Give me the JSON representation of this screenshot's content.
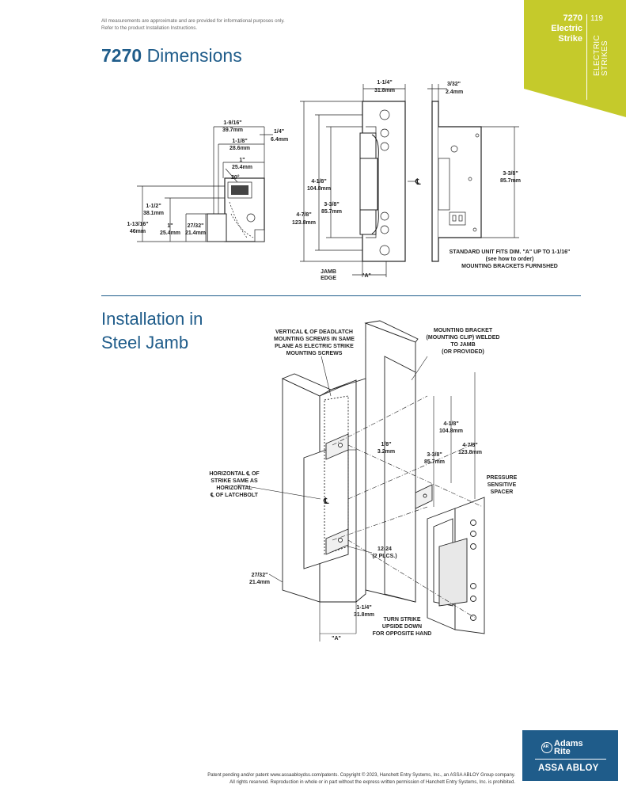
{
  "disclaimer": {
    "line1": "All measurements are approximate and are provided for informational purposes only.",
    "line2": "Refer to the product Installation Instructions."
  },
  "title": {
    "model": "7270",
    "text": "Dimensions"
  },
  "tab": {
    "line1": "7270",
    "line2": "Electric",
    "line3": "Strike",
    "page": "119",
    "category": "ELECTRIC\nSTRIKES",
    "color": "#c5ca2b"
  },
  "section": {
    "line1": "Installation in",
    "line2": "Steel Jamb"
  },
  "dims": {
    "d1": "1-9/16\"",
    "d1m": "39.7mm",
    "d2": "1-1/8\"",
    "d2m": "28.6mm",
    "d3": "1\"",
    "d3m": "25.4mm",
    "ang": "20°",
    "d4": "1/4\"",
    "d4m": "6.4mm",
    "d5": "1-1/2\"",
    "d5m": "38.1mm",
    "d6": "1-13/16\"",
    "d6m": "46mm",
    "d7": "1\"",
    "d7m": "25.4mm",
    "d8": "27/32\"",
    "d8m": "21.4mm",
    "f1": "1-1/4\"",
    "f1m": "31.8mm",
    "f2": "4-1/8\"",
    "f2m": "104.8mm",
    "f3": "3-3/8\"",
    "f3m": "85.7mm",
    "f4": "4-7/8\"",
    "f4m": "123.8mm",
    "cl": "℄",
    "jamb1": "JAMB",
    "jamb2": "EDGE",
    "dimA": "\"A\"",
    "s1": "3/32\"",
    "s1m": "2.4mm",
    "s2": "3-3/8\"",
    "s2m": "85.7mm",
    "note1": "STANDARD UNIT FITS DIM. \"A\" UP TO 1-1/16\"",
    "note2": "(see how to order)",
    "note3": "MOUNTING BRACKETS FURNISHED"
  },
  "install": {
    "v1": "VERTICAL ℄ OF DEADLATCH",
    "v2": "MOUNTING SCREWS IN SAME",
    "v3": "PLANE AS ELECTRIC STRIKE",
    "v4": "MOUNTING SCREWS",
    "m1": "MOUNTING BRACKET",
    "m2": "(MOUNTING CLIP) WELDED",
    "m3": "TO JAMB",
    "m4": "(OR PROVIDED)",
    "h1": "HORIZONTAL ℄ OF",
    "h2": "STRIKE SAME AS",
    "h3": "HORIZONTAL",
    "h4": "℄ OF LATCHBOLT",
    "e1": "1/8\"",
    "e1m": "3.2mm",
    "i1": "4-1/8\"",
    "i1m": "104.8mm",
    "i2": "4-7/8\"",
    "i2m": "123.8mm",
    "i3": "3-3/8\"",
    "i3m": "85.7mm",
    "p1": "PRESSURE",
    "p2": "SENSITIVE",
    "p3": "SPACER",
    "sc1": "12-24",
    "sc2": "(2 PLCS.)",
    "b1": "27/32\"",
    "b1m": "21.4mm",
    "b2": "1-1/4\"",
    "b2m": "31.8mm",
    "t1": "TURN STRIKE",
    "t2": "UPSIDE DOWN",
    "t3": "FOR OPPOSITE HAND",
    "dimA": "\"A\"",
    "cl": "℄"
  },
  "logo": {
    "line1": "Adams",
    "line2": "Rite",
    "brand": "ASSA ABLOY",
    "badge": "AR",
    "color": "#1f5c8a"
  },
  "footer": {
    "line1": "Patent pending and/or patent www.assaabloydss.com/patents. Copyright © 2023, Hanchett Entry Systems, Inc., an ASSA ABLOY Group company.",
    "line2": "All rights reserved. Reproduction in whole or in part without the express written permission of Hanchett Entry Systems, Inc. is prohibited."
  }
}
